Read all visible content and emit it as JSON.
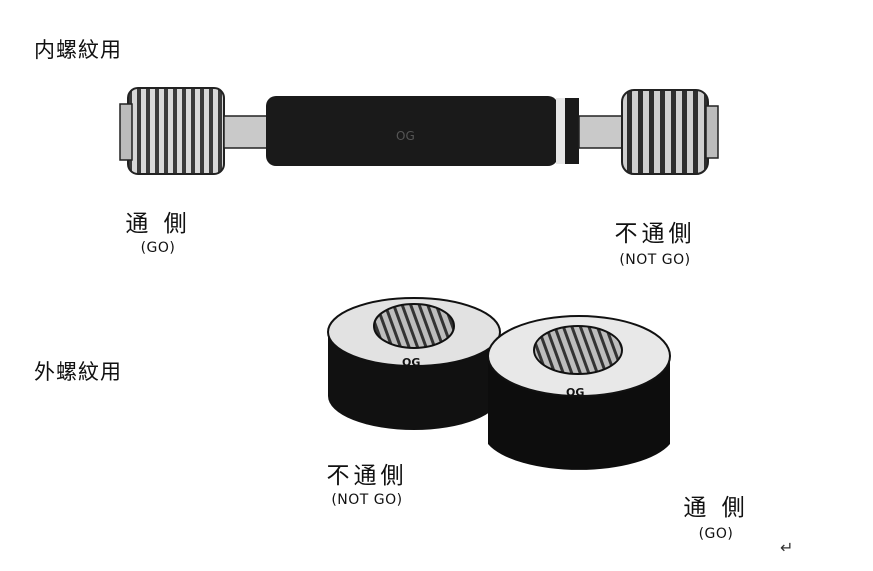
{
  "internal": {
    "title": "内螺紋用",
    "go_jp": "通 側",
    "go_en": "(GO)",
    "notgo_jp": "不通側",
    "notgo_en": "(NOT GO)"
  },
  "external": {
    "title": "外螺紋用",
    "notgo_jp": "不通側",
    "notgo_en": "(NOT GO)",
    "go_jp": "通 側",
    "go_en": "(GO)",
    "ring_mark": "OG"
  },
  "paragraph_mark": "↵",
  "colors": {
    "ink": "#111111",
    "paper": "#ffffff",
    "steel": "#9a9a9a"
  }
}
